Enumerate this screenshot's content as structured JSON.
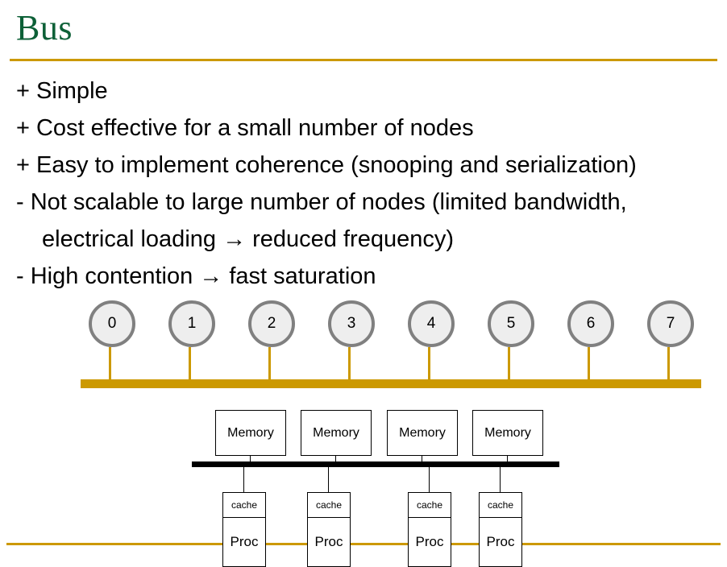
{
  "slide": {
    "title": "Bus",
    "title_color": "#0d6037",
    "rule_color": "#cc9900"
  },
  "bullets": [
    {
      "text": "+ Simple",
      "indent": false
    },
    {
      "text": "+ Cost effective for a small number of nodes",
      "indent": false
    },
    {
      "text": "+ Easy to implement coherence (snooping and serialization)",
      "indent": false
    },
    {
      "text": "- Not scalable to large number of nodes (limited bandwidth,",
      "indent": false
    },
    {
      "text": "electrical loading → reduced frequency)",
      "indent": true
    },
    {
      "text": "- High contention → fast saturation",
      "indent": false
    }
  ],
  "bus_diagram": {
    "node_labels": [
      "0",
      "1",
      "2",
      "3",
      "4",
      "5",
      "6",
      "7"
    ],
    "node_fill": "#eeeeee",
    "node_border": "#808080",
    "bus_color": "#cc9900",
    "stem_color": "#cc9900"
  },
  "smp_diagram": {
    "memory_label": "Memory",
    "memory_count": 4,
    "memories": [
      "Memory",
      "Memory",
      "Memory",
      "Memory"
    ],
    "bus_color": "#000000",
    "cpus": [
      {
        "cache_label": "cache",
        "proc_label": "Proc"
      },
      {
        "cache_label": "cache",
        "proc_label": "Proc"
      },
      {
        "cache_label": "cache",
        "proc_label": "Proc"
      },
      {
        "cache_label": "cache",
        "proc_label": "Proc"
      }
    ]
  },
  "footer": {
    "rule_color": "#cc9900"
  }
}
